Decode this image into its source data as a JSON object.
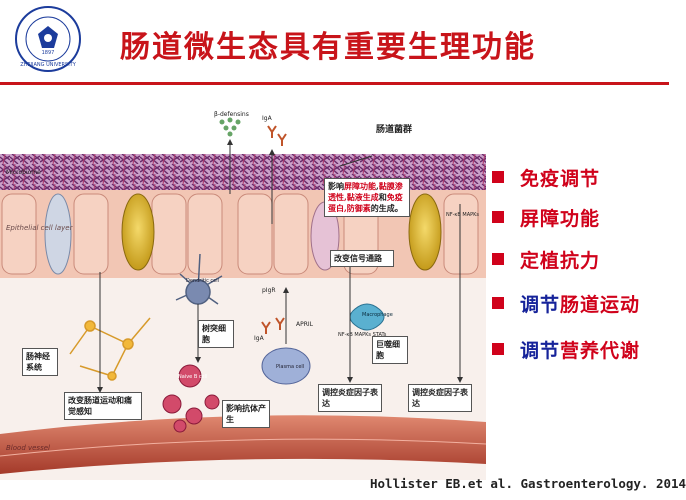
{
  "header": {
    "title": "肠道微生态具有重要生理功能",
    "logo_text": "ZHEJIANG UNIVERSITY",
    "logo_year": "1897"
  },
  "diagram": {
    "gut_flora_label": "肠道菌群",
    "microbiome_label": "Microbiome",
    "epithelial_label": "Epithelial cell layer",
    "blood_vessel_label": "Blood vessel",
    "beta_defensins": "β-defensins",
    "iga_top": "IgA",
    "iga_lower": "IgA",
    "pigr": "pIgR",
    "april": "APRIL",
    "plasma_cell": "Plasma cell",
    "dendritic": "Dendritic cell",
    "naive_b": "Naive B cell",
    "macrophage": "Macrophage",
    "nfkb_left": "NF-κB MAPKs STATs",
    "nfkb_right": "NF-κB MAPKs",
    "box_barrier_line1": "影响",
    "box_barrier_red1": "屏障功能",
    "box_barrier_line2": ",",
    "box_barrier_red2": "黏膜渗透性,黏液生成",
    "box_barrier_line3": "和",
    "box_barrier_red3": "免疫蛋白,防御素",
    "box_barrier_line4": "的生成。",
    "box_signal": "改变信号通路",
    "box_nerve": "肠神经系统",
    "box_motility": "改变肠道运动和痛觉感知",
    "box_dendritic": "树突细胞",
    "box_antibody": "影响抗体产生",
    "box_macrophage": "巨噬细胞",
    "box_inflam1": "调控炎症因子表达",
    "box_inflam2": "调控炎症因子表达"
  },
  "bullets": [
    {
      "parts": [
        {
          "text": "免疫调节",
          "color": "red"
        }
      ]
    },
    {
      "parts": [
        {
          "text": "屏障功能",
          "color": "red"
        }
      ]
    },
    {
      "parts": [
        {
          "text": "定植抗力",
          "color": "red"
        }
      ]
    },
    {
      "parts": [
        {
          "text": "调节",
          "color": "blue"
        },
        {
          "text": "肠道运动",
          "color": "red"
        }
      ]
    },
    {
      "parts": [
        {
          "text": "调节",
          "color": "blue"
        },
        {
          "text": "营养代谢",
          "color": "red"
        }
      ]
    }
  ],
  "citation": "Hollister EB.et al. Gastroenterology. 2014",
  "colors": {
    "accent": "#c8141a",
    "bullet": "#d0021b",
    "blue": "#16239a"
  }
}
